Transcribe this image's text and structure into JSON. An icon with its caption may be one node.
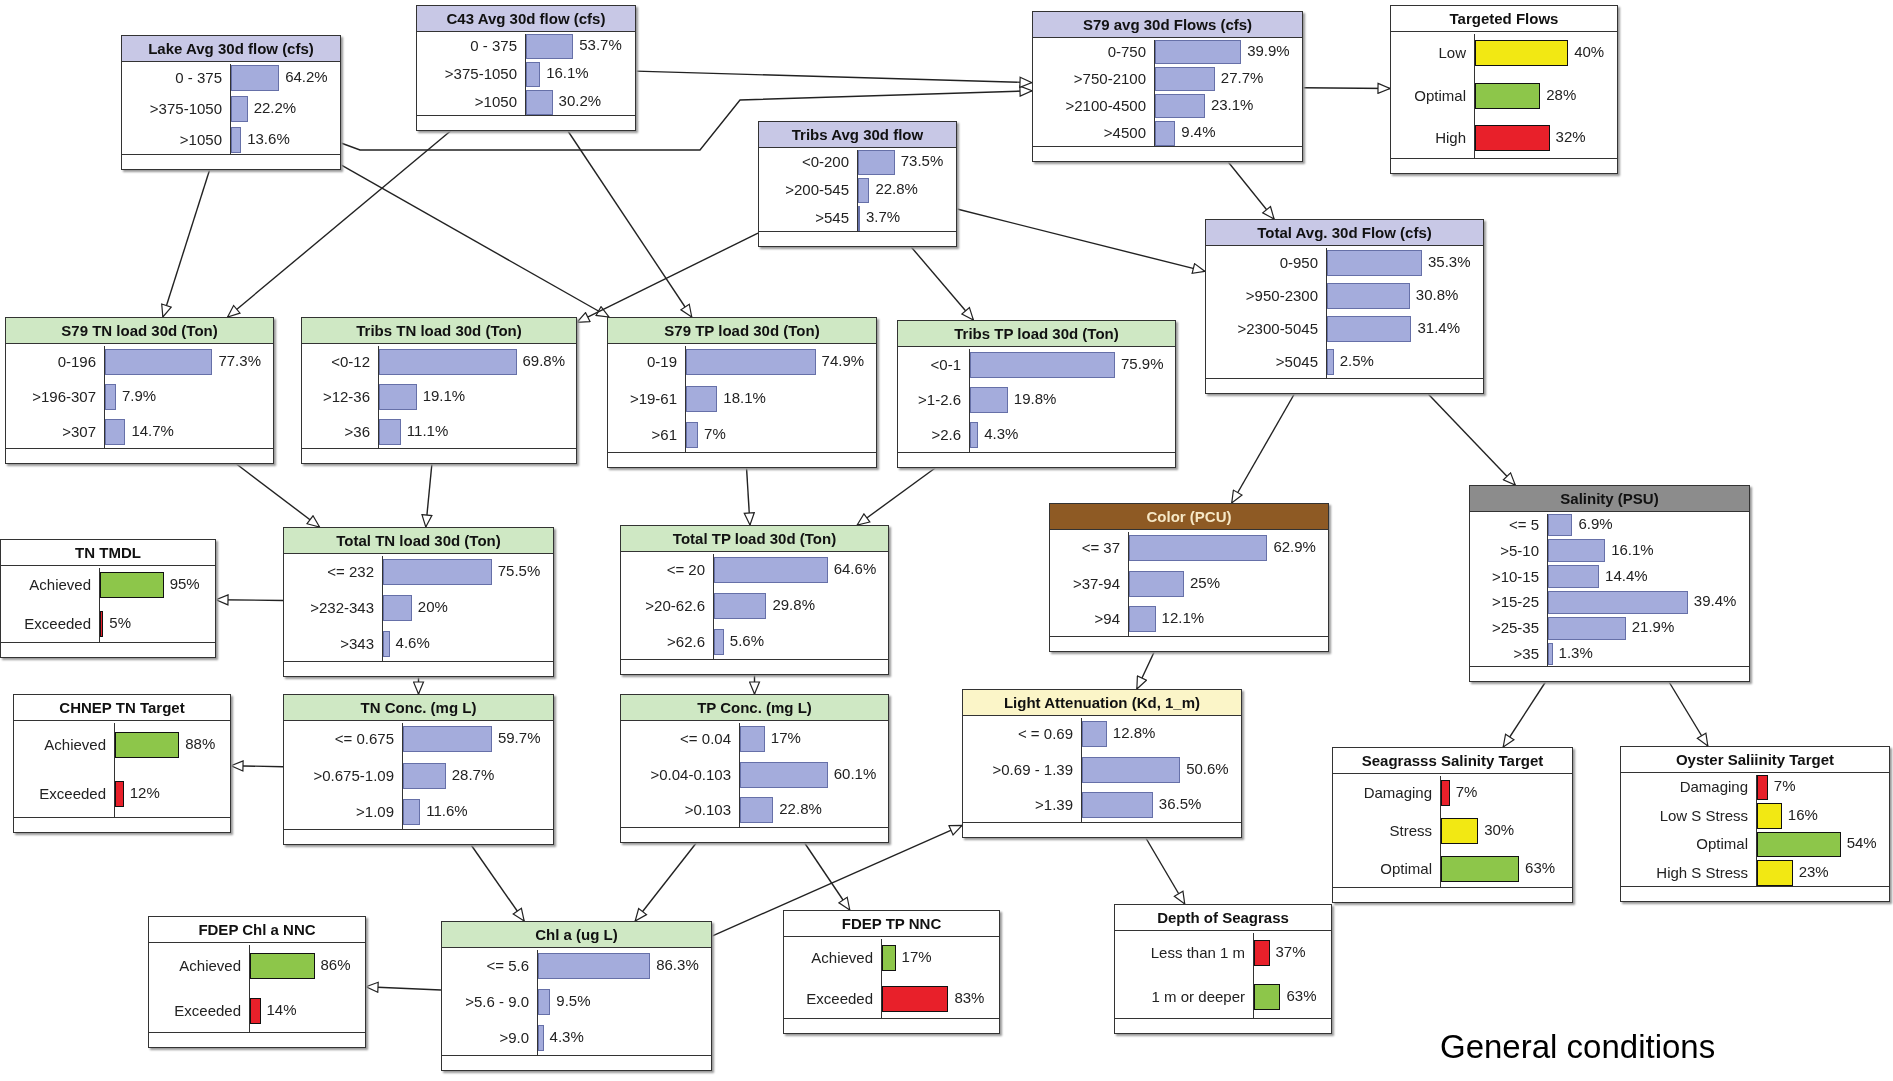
{
  "diagram": {
    "caption": "General conditions",
    "nodes": [
      {
        "text": [
          "Lake Avg 30d flow (cfs)",
          "0 - 375",
          "64.2%",
          ">375-1050",
          "22.2%",
          ">1050",
          "13.6%"
        ]
      },
      {
        "text": [
          "C43 Avg 30d flow (cfs)",
          "0 - 375",
          "53.7%",
          ">375-1050",
          "16.1%",
          ">1050",
          "30.2%"
        ]
      },
      {
        "text": [
          "S79 avg 30d Flows (cfs)",
          "0-750",
          "39.9%",
          ">750-2100",
          "27.7%",
          ">2100-4500",
          "23.1%",
          ">4500",
          "9.4%"
        ]
      },
      {
        "text": [
          "Targeted Flows",
          "Low",
          "40%",
          "Optimal",
          "28%",
          "High",
          "32%"
        ]
      },
      {
        "text": [
          "Tribs Avg 30d flow",
          "<0-200",
          "73.5%",
          ">200-545",
          "22.8%",
          ">545",
          "3.7%"
        ]
      },
      {
        "text": [
          "Total Avg. 30d Flow (cfs)",
          "0-950",
          "35.3%",
          ">950-2300",
          "30.8%",
          ">2300-5045",
          "31.4%",
          ">5045",
          "2.5%"
        ]
      },
      {
        "text": [
          "S79 TN load 30d (Ton)",
          "0-196",
          "77.3%",
          ">196-307",
          "7.9%",
          ">307",
          "14.7%"
        ]
      },
      {
        "text": [
          "Tribs TN load 30d (Ton)",
          "<0-12",
          "69.8%",
          ">12-36",
          "19.1%",
          ">36",
          "11.1%"
        ]
      },
      {
        "text": [
          "S79 TP load 30d (Ton)",
          "0-19",
          "74.9%",
          ">19-61",
          "18.1%",
          ">61",
          "7%"
        ]
      },
      {
        "text": [
          "Tribs TP load 30d (Ton)",
          "<0-1",
          "75.9%",
          ">1-2.6",
          "19.8%",
          ">2.6",
          "4.3%"
        ]
      },
      {
        "text": [
          "TN TMDL",
          "Achieved",
          "95%",
          "Exceeded",
          "5%"
        ]
      },
      {
        "text": [
          "Total TN load 30d (Ton)",
          "<= 232",
          "75.5%",
          ">232-343",
          "20%",
          ">343",
          "4.6%"
        ]
      },
      {
        "text": [
          "Total TP load 30d (Ton)",
          "<= 20",
          "64.6%",
          ">20-62.6",
          "29.8%",
          ">62.6",
          "5.6%"
        ]
      },
      {
        "text": [
          "TN Conc. (mg L)",
          "<= 0.675",
          "59.7%",
          ">0.675-1.09",
          "28.7%",
          ">1.09",
          "11.6%"
        ]
      },
      {
        "text": [
          "CHNEP TN Target",
          "Achieved",
          "88%",
          "Exceeded",
          "12%"
        ]
      },
      {
        "text": [
          "TP Conc. (mg L)",
          "<= 0.04",
          "17%",
          ">0.04-0.103",
          "60.1%",
          ">0.103",
          "22.8%"
        ]
      },
      {
        "text": [
          "Color (PCU)",
          "<= 37",
          "62.9%",
          ">37-94",
          "25%",
          ">94",
          "12.1%"
        ]
      },
      {
        "text": [
          "Salinity (PSU)",
          "<= 5",
          "6.9%",
          ">5-10",
          "16.1%",
          ">10-15",
          "14.4%",
          ">15-25",
          "39.4%",
          ">25-35",
          "21.9%",
          ">35",
          "1.3%"
        ]
      },
      {
        "text": [
          "Light Attenuation (Kd, 1_m)",
          "< = 0.69",
          "12.8%",
          ">0.69 - 1.39",
          "50.6%",
          ">1.39",
          "36.5%"
        ]
      },
      {
        "text": [
          "Seagrasss Salinity Target",
          "Damaging",
          "7%",
          "Stress",
          "30%",
          "Optimal",
          "63%"
        ]
      },
      {
        "text": [
          "Oyster Saliinity Target",
          "Damaging",
          "7%",
          "Low S Stress",
          "16%",
          "Optimal",
          "54%",
          "High S Stress",
          "23%"
        ]
      },
      {
        "text": [
          "Depth of Seagrass",
          "Less than 1 m",
          "37%",
          "1 m or deeper",
          "63%"
        ]
      },
      {
        "text": [
          "FDEP Chl a NNC",
          "Achieved",
          "86%",
          "Exceeded",
          "14%"
        ]
      },
      {
        "text": [
          "Chl a (ug L)",
          "<= 5.6",
          "86.3%",
          ">5.6 - 9.0",
          "9.5%",
          ">9.0",
          "4.3%"
        ]
      },
      {
        "text": [
          "FDEP TP NNC",
          "Achieved",
          "17%",
          "Exceeded",
          "83%"
        ]
      }
    ],
    "edges": [
      {
        "from": 0,
        "to": 6,
        "arrow": "to"
      },
      {
        "from": 0,
        "to": 2,
        "arrow": "to"
      },
      {
        "from": 0,
        "to": 8,
        "arrow": "to"
      },
      {
        "from": 1,
        "to": 2,
        "arrow": "to"
      },
      {
        "from": 1,
        "to": 6,
        "arrow": "to"
      },
      {
        "from": 1,
        "to": 8,
        "arrow": "to"
      },
      {
        "from": 2,
        "to": 3,
        "arrow": "to"
      },
      {
        "from": 2,
        "to": 5,
        "arrow": "to"
      },
      {
        "from": 4,
        "to": 7,
        "arrow": "to"
      },
      {
        "from": 4,
        "to": 9,
        "arrow": "to"
      },
      {
        "from": 4,
        "to": 5,
        "arrow": "to"
      },
      {
        "from": 5,
        "to": 16,
        "arrow": "to"
      },
      {
        "from": 5,
        "to": 17,
        "arrow": "to"
      },
      {
        "from": 6,
        "to": 11,
        "arrow": "to"
      },
      {
        "from": 7,
        "to": 11,
        "arrow": "to"
      },
      {
        "from": 8,
        "to": 12,
        "arrow": "to"
      },
      {
        "from": 9,
        "to": 12,
        "arrow": "to"
      },
      {
        "from": 11,
        "to": 10,
        "arrow": "to"
      },
      {
        "from": 11,
        "to": 13,
        "arrow": "to"
      },
      {
        "from": 12,
        "to": 15,
        "arrow": "to"
      },
      {
        "from": 13,
        "to": 14,
        "arrow": "to"
      },
      {
        "from": 13,
        "to": 23,
        "arrow": "to"
      },
      {
        "from": 15,
        "to": 23,
        "arrow": "to"
      },
      {
        "from": 15,
        "to": 24,
        "arrow": "to"
      },
      {
        "from": 23,
        "to": 22,
        "arrow": "to"
      },
      {
        "from": 23,
        "to": 18,
        "arrow": "to"
      },
      {
        "from": 16,
        "to": 18,
        "arrow": "to"
      },
      {
        "from": 18,
        "to": 21,
        "arrow": "to"
      },
      {
        "from": 17,
        "to": 19,
        "arrow": "to"
      },
      {
        "from": 17,
        "to": 20,
        "arrow": "to"
      }
    ]
  }
}
